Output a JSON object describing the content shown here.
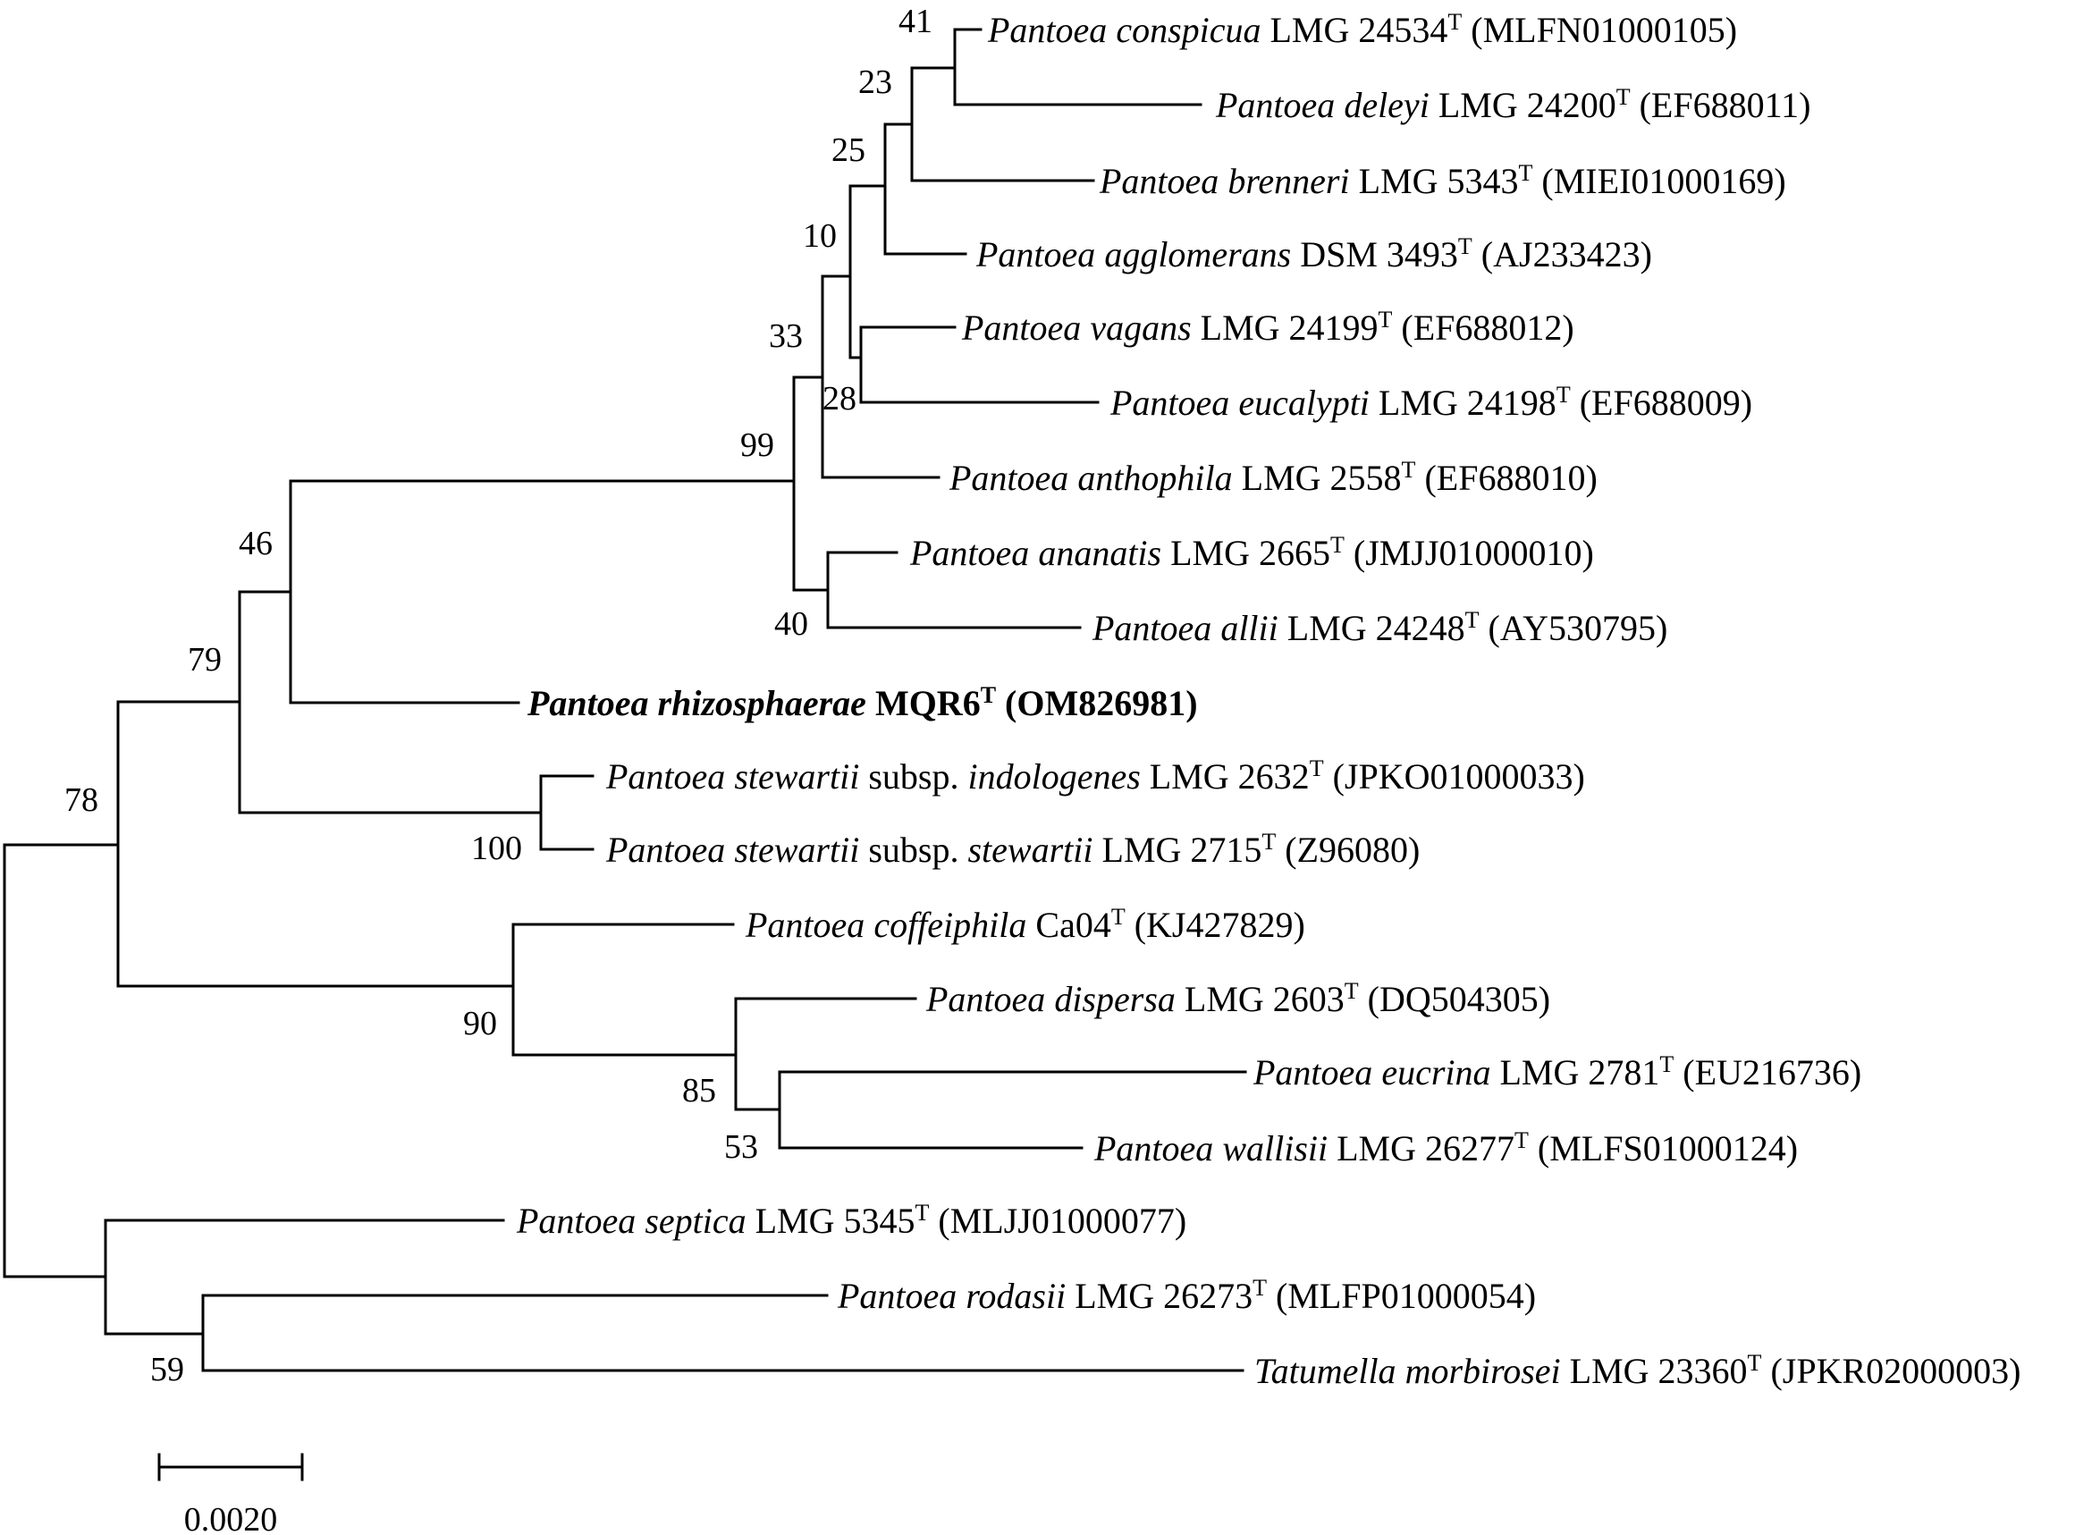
{
  "tree": {
    "leaves": {
      "conspicua": {
        "genus": "Pantoea",
        "epithet": "conspicua",
        "strain": "LMG 24534",
        "type_mark": "T",
        "accession": "(MLFN01000105)"
      },
      "deleyi": {
        "genus": "Pantoea",
        "epithet": "deleyi",
        "strain": "LMG 24200",
        "type_mark": "T",
        "accession": "(EF688011)"
      },
      "brenneri": {
        "genus": "Pantoea",
        "epithet": "brenneri",
        "strain": "LMG 5343",
        "type_mark": "T",
        "accession": "(MIEI01000169)"
      },
      "agglomerans": {
        "genus": "Pantoea",
        "epithet": "agglomerans",
        "strain": "DSM 3493",
        "type_mark": "T",
        "accession": "(AJ233423)"
      },
      "vagans": {
        "genus": "Pantoea",
        "epithet": "vagans",
        "strain": "LMG 24199",
        "type_mark": "T",
        "accession": "(EF688012)"
      },
      "eucalypti": {
        "genus": "Pantoea",
        "epithet": "eucalypti",
        "strain": "LMG 24198",
        "type_mark": "T",
        "accession": "(EF688009)"
      },
      "anthophila": {
        "genus": "Pantoea",
        "epithet": "anthophila",
        "strain": "LMG 2558",
        "type_mark": "T",
        "accession": "(EF688010)"
      },
      "ananatis": {
        "genus": "Pantoea",
        "epithet": "ananatis",
        "strain": "LMG 2665",
        "type_mark": "T",
        "accession": "(JMJJ01000010)"
      },
      "allii": {
        "genus": "Pantoea",
        "epithet": "allii",
        "strain": "LMG 24248",
        "type_mark": "T",
        "accession": "(AY530795)"
      },
      "rhizosphaerae": {
        "genus": "Pantoea",
        "epithet": "rhizosphaerae",
        "strain": "MQR6",
        "type_mark": "T",
        "accession": "(OM826981)"
      },
      "indologenes": {
        "genus": "Pantoea",
        "epithet": "stewartii",
        "subsp_word": "subsp.",
        "subsp_name": "indologenes",
        "strain": "LMG 2632",
        "type_mark": "T",
        "accession": "(JPKO01000033)"
      },
      "stewartii": {
        "genus": "Pantoea",
        "epithet": "stewartii",
        "subsp_word": "subsp.",
        "subsp_name": "stewartii",
        "strain": "LMG 2715",
        "type_mark": "T",
        "accession": "(Z96080)"
      },
      "coffeiphila": {
        "genus": "Pantoea",
        "epithet": "coffeiphila",
        "strain": "Ca04",
        "type_mark": "T",
        "accession": "(KJ427829)"
      },
      "dispersa": {
        "genus": "Pantoea",
        "epithet": "dispersa",
        "strain": "LMG 2603",
        "type_mark": "T",
        "accession": "(DQ504305)"
      },
      "eucrina": {
        "genus": "Pantoea",
        "epithet": "eucrina",
        "strain": "LMG 2781",
        "type_mark": "T",
        "accession": "(EU216736)"
      },
      "wallisii": {
        "genus": "Pantoea",
        "epithet": "wallisii",
        "strain": "LMG 26277",
        "type_mark": "T",
        "accession": "(MLFS01000124)"
      },
      "septica": {
        "genus": "Pantoea",
        "epithet": "septica",
        "strain": "LMG 5345",
        "type_mark": "T",
        "accession": "(MLJJ01000077)"
      },
      "rodasii": {
        "genus": "Pantoea",
        "epithet": "rodasii",
        "strain": "LMG 26273",
        "type_mark": "T",
        "accession": "(MLFP01000054)"
      },
      "morbirosei": {
        "genus": "Tatumella",
        "epithet": "morbirosei",
        "strain": "LMG 23360",
        "type_mark": "T",
        "accession": "(JPKR02000003)"
      }
    },
    "bootstrap": {
      "n41": "41",
      "n23": "23",
      "n25": "25",
      "n10": "10",
      "n33": "33",
      "n28": "28",
      "n99": "99",
      "n40": "40",
      "n46": "46",
      "n79": "79",
      "n100": "100",
      "n78": "78",
      "n90": "90",
      "n85": "85",
      "n53": "53",
      "n59": "59"
    },
    "scale_bar": {
      "label": "0.0020",
      "value": 0.002
    }
  }
}
